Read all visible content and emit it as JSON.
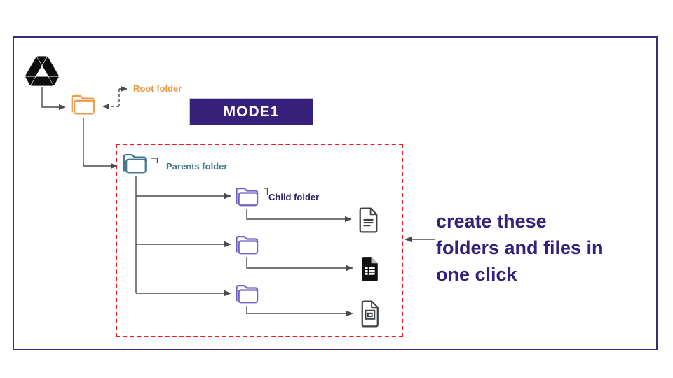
{
  "diagram": {
    "title_badge": {
      "label": "MODE1",
      "bg_color": "#38217c",
      "text_color": "#ffffff"
    },
    "nodes": {
      "root_folder": {
        "label": "Root folder",
        "color": "#ef9a3d"
      },
      "parents_folder": {
        "label": "Parents folder",
        "color": "#44798b"
      },
      "child_folder": {
        "label": "Child folder",
        "color": "#2b2166"
      },
      "files": [
        {
          "type": "google-docs-document"
        },
        {
          "type": "google-sheets-spreadsheet"
        },
        {
          "type": "google-slides-presentation"
        }
      ]
    },
    "caption": {
      "lines": [
        "create these",
        "folders and files in",
        "one click"
      ],
      "color": "#35217d"
    },
    "colors": {
      "outer_border": "#3d2a7d",
      "highlight_dashed_box": "#ed1c24",
      "connector": "#4a4a4a",
      "drive_logo": "#0d0d0d"
    }
  }
}
